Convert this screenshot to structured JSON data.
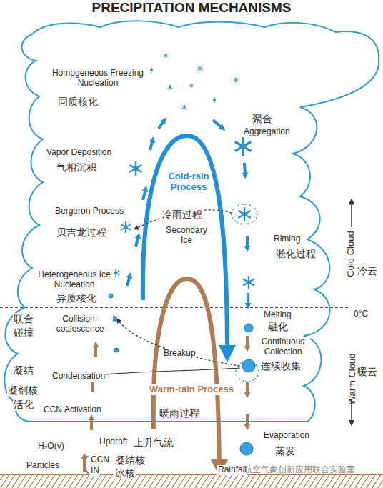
{
  "diagram": {
    "title": "PRECIPITATION MECHANISMS",
    "labels": [
      "Homogeneous Freezing Nucleation",
      "同质核化",
      "聚合",
      "Aggregation",
      "Vapor Deposition",
      "气相沉积",
      "Cold-rain Process",
      "冷雨过程",
      "Bergeron Process",
      "贝吉龙过程",
      "Secondary Ice",
      "Riming",
      "淞化过程",
      "Cold Cloud",
      "冷云",
      "Heterogeneous Ice Nucleation",
      "异质核化",
      "0°C",
      "联合",
      "碰撞",
      "Collision-coalescence",
      "Melting",
      "融化",
      "Continuous Collection",
      "连续收集",
      "Breakup",
      "Warm Cloud",
      "暖云",
      "凝结",
      "Condensation",
      "凝剂核",
      "活化",
      "CCN Activation",
      "Warm-rain Process",
      "暖雨过程",
      "Evaporation",
      "蒸发",
      "Updraft",
      "上升气流",
      "H₂O(v)",
      "Particles",
      "CCN",
      "IN",
      "凝结核",
      "冰核",
      "Rainfall",
      "航空气象创新应用联合实验室"
    ]
  }
}
